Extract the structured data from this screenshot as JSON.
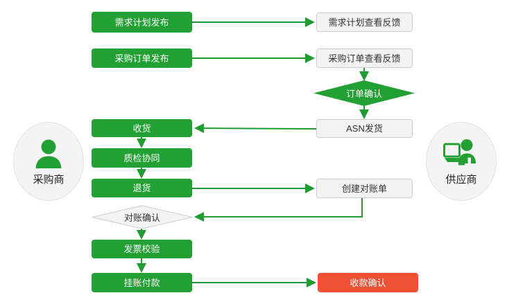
{
  "diagram": {
    "title_present": false,
    "colors": {
      "green": "#22a034",
      "red": "#ef5134",
      "gray_fill": "#f3f3f3",
      "gray_border": "#cccccc",
      "arrow": "#1f9c32",
      "actor_fill": "#f4f4f4"
    },
    "actors": [
      {
        "id": "buyer",
        "label": "采购商",
        "icon": "person-icon",
        "side": "left"
      },
      {
        "id": "supplier",
        "label": "供应商",
        "icon": "person-with-computer-icon",
        "side": "right"
      }
    ],
    "nodes": [
      {
        "id": "n1",
        "label": "需求计划发布",
        "shape": "rect",
        "style": "green"
      },
      {
        "id": "n2",
        "label": "需求计划查看反馈",
        "shape": "rect",
        "style": "gray"
      },
      {
        "id": "n3",
        "label": "采购订单发布",
        "shape": "rect",
        "style": "green"
      },
      {
        "id": "n4",
        "label": "采购订单查看反馈",
        "shape": "rect",
        "style": "gray"
      },
      {
        "id": "n5",
        "label": "订单确认",
        "shape": "diamond",
        "style": "green"
      },
      {
        "id": "n6",
        "label": "ASN发货",
        "shape": "rect",
        "style": "gray"
      },
      {
        "id": "n7",
        "label": "收货",
        "shape": "rect",
        "style": "green"
      },
      {
        "id": "n8",
        "label": "质检协同",
        "shape": "rect",
        "style": "green"
      },
      {
        "id": "n9",
        "label": "退货",
        "shape": "rect",
        "style": "green"
      },
      {
        "id": "n10",
        "label": "创建对账单",
        "shape": "rect",
        "style": "gray"
      },
      {
        "id": "n11",
        "label": "对账确认",
        "shape": "diamond",
        "style": "gray"
      },
      {
        "id": "n12",
        "label": "发票校验",
        "shape": "rect",
        "style": "green"
      },
      {
        "id": "n13",
        "label": "挂账付款",
        "shape": "rect",
        "style": "green"
      },
      {
        "id": "n14",
        "label": "收款确认",
        "shape": "rect",
        "style": "red"
      }
    ],
    "edges": [
      {
        "from": "n1",
        "to": "n2",
        "dir": "right"
      },
      {
        "from": "n3",
        "to": "n4",
        "dir": "right"
      },
      {
        "from": "n4",
        "to": "n5",
        "dir": "down"
      },
      {
        "from": "n5",
        "to": "n6",
        "dir": "down"
      },
      {
        "from": "n6",
        "to": "n7",
        "dir": "left"
      },
      {
        "from": "n7",
        "to": "n8",
        "dir": "down"
      },
      {
        "from": "n8",
        "to": "n9",
        "dir": "down"
      },
      {
        "from": "n9",
        "to": "n10",
        "dir": "right"
      },
      {
        "from": "n10",
        "to": "n11",
        "dir": "down-left"
      },
      {
        "from": "n11",
        "to": "n12",
        "dir": "down"
      },
      {
        "from": "n12",
        "to": "n13",
        "dir": "down"
      },
      {
        "from": "n13",
        "to": "n14",
        "dir": "right"
      }
    ]
  }
}
